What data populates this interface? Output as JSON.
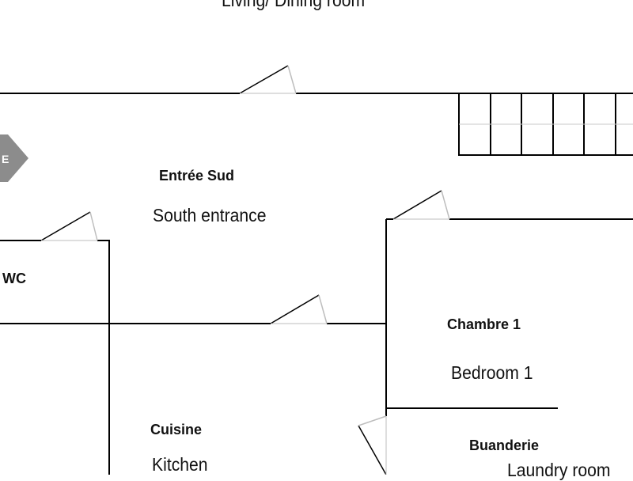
{
  "plan": {
    "top_room_en": "Living/ Dining room",
    "entrance_arrow_text": "E",
    "rooms": {
      "south_entrance": {
        "fr": "Entrée Sud",
        "en": "South entrance"
      },
      "wc": {
        "fr": "WC"
      },
      "bedroom1": {
        "fr": "Chambre 1",
        "en": "Bedroom 1"
      },
      "kitchen": {
        "fr": "Cuisine",
        "en": "Kitchen"
      },
      "laundry": {
        "fr": "Buanderie",
        "en": "Laundry room"
      }
    }
  },
  "colors": {
    "wall": "#000000",
    "door_swing": "#bdbdbd",
    "arrow": "#8c8c8c",
    "background": "#ffffff"
  }
}
